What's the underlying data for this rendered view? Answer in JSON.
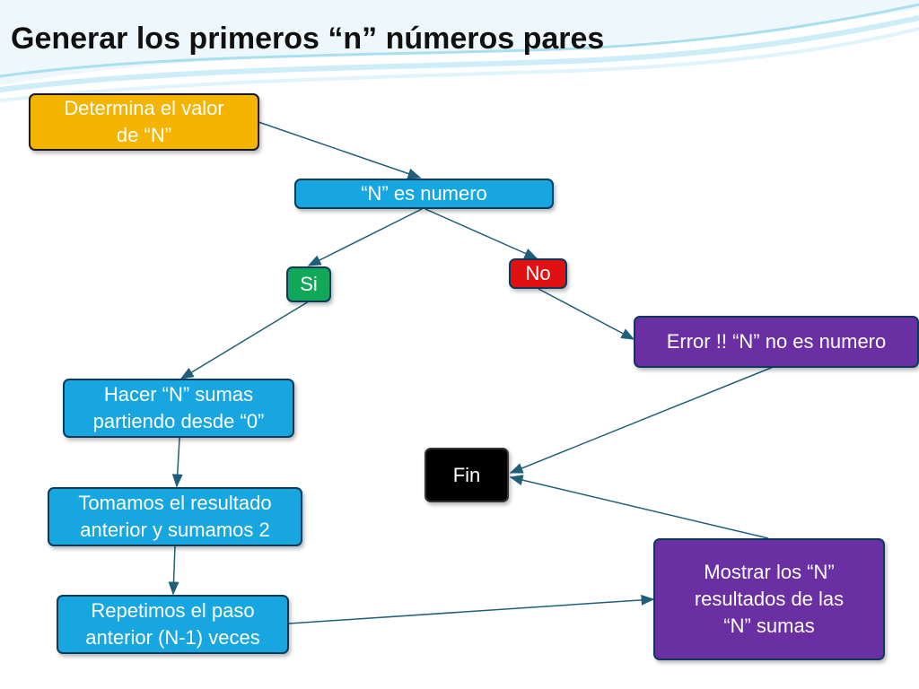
{
  "title": "Generar los primeros “n” números pares",
  "nodes": {
    "determinar": "Determina el valor\nde “N”",
    "es_numero": "“N” es numero",
    "si": "Si",
    "no": "No",
    "error": "Error !!  “N” no es numero",
    "hacer_sumas": "Hacer “N” sumas\npartiendo desde  “0”",
    "tomamos": "Tomamos el resultado\nanterior y sumamos 2",
    "repetimos": "Repetimos el paso\nanterior (N-1) veces",
    "fin": "Fin",
    "mostrar": "Mostrar  los “N”\nresultados de las\n“N” sumas"
  },
  "colors": {
    "start": "#f5b400",
    "process": "#17a6df",
    "yes": "#11a85a",
    "no": "#e01010",
    "output": "#6a2fa3",
    "end": "#000000",
    "arrow": "#1f5f7a"
  }
}
